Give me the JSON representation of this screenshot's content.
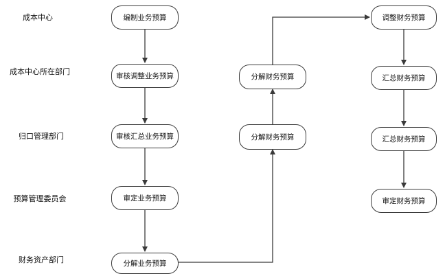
{
  "lanes": [
    {
      "label": "成本中心"
    },
    {
      "label": "成本中心所在部门"
    },
    {
      "label": "归口管理部门"
    },
    {
      "label": "预算管理委员会"
    },
    {
      "label": "财务资产部门"
    }
  ],
  "nodes": {
    "n_compile": "编制业务预算",
    "n_review_adjust": "审核调整业务预算",
    "n_review_summary": "审核汇总业务预算",
    "n_approve_business": "审定业务预算",
    "n_decompose_business": "分解业务预算",
    "n_decompose_fin_1": "分解财务预算",
    "n_decompose_fin_2": "分解财务预算",
    "n_adjust_fin": "调整财务预算",
    "n_summary_fin_1": "汇总财务预算",
    "n_summary_fin_2": "汇总财务预算",
    "n_approve_fin": "审定财务预算"
  },
  "colors": {
    "stroke": "#3a3a3a",
    "text": "#111111"
  }
}
